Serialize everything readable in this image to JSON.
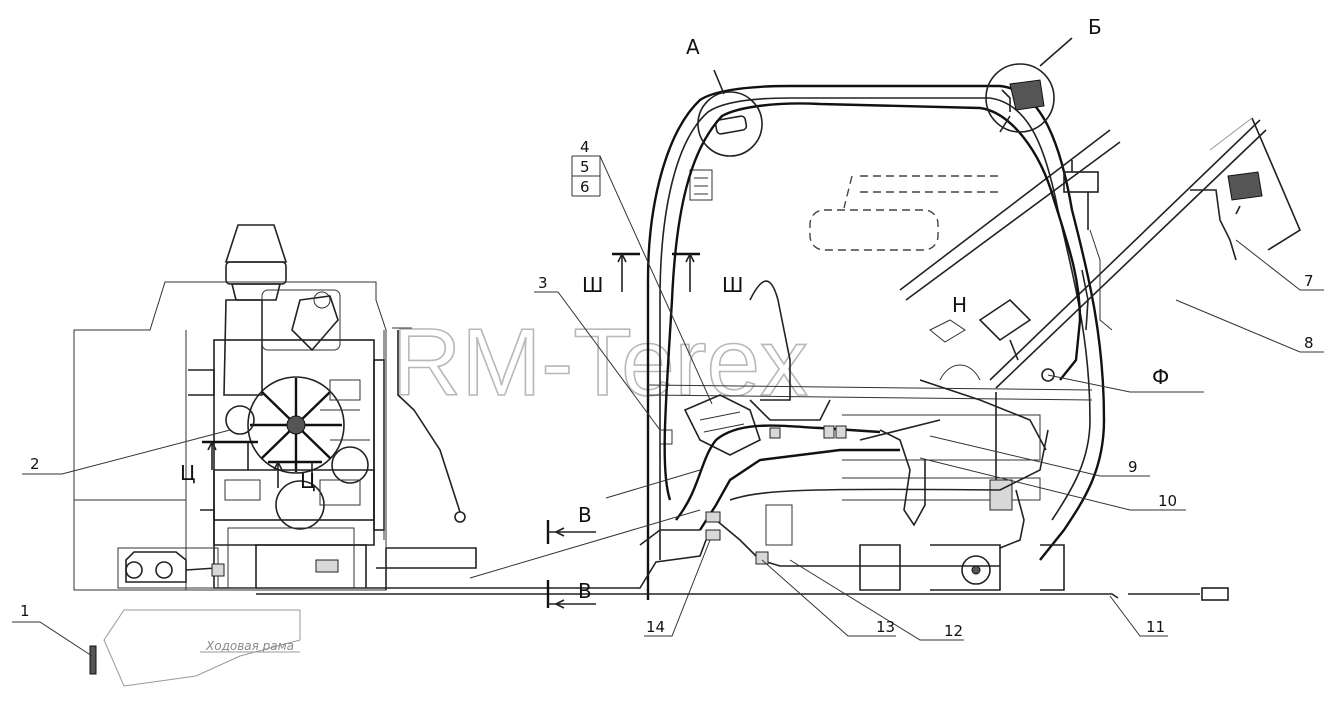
{
  "watermark": "RM-Terex",
  "frame_label": "Ходовая рама",
  "callouts": [
    {
      "id": "c1",
      "text": "1"
    },
    {
      "id": "c2",
      "text": "2"
    },
    {
      "id": "c3",
      "text": "3"
    },
    {
      "id": "c4",
      "text": "4"
    },
    {
      "id": "c5",
      "text": "5"
    },
    {
      "id": "c6",
      "text": "6"
    },
    {
      "id": "c7",
      "text": "7"
    },
    {
      "id": "c8",
      "text": "8"
    },
    {
      "id": "c9",
      "text": "9"
    },
    {
      "id": "c10",
      "text": "10"
    },
    {
      "id": "c11",
      "text": "11"
    },
    {
      "id": "c12",
      "text": "12"
    },
    {
      "id": "c13",
      "text": "13"
    },
    {
      "id": "c14",
      "text": "14"
    }
  ],
  "views": {
    "detail_a": "А",
    "detail_b": "Б",
    "phi": "Ф",
    "n": "Н"
  },
  "sections": {
    "sh_left": "Ш",
    "sh_right": "Ш",
    "ts_left": "Ц",
    "ts_right": "Ц",
    "v_top": "В",
    "v_bottom": "В"
  }
}
